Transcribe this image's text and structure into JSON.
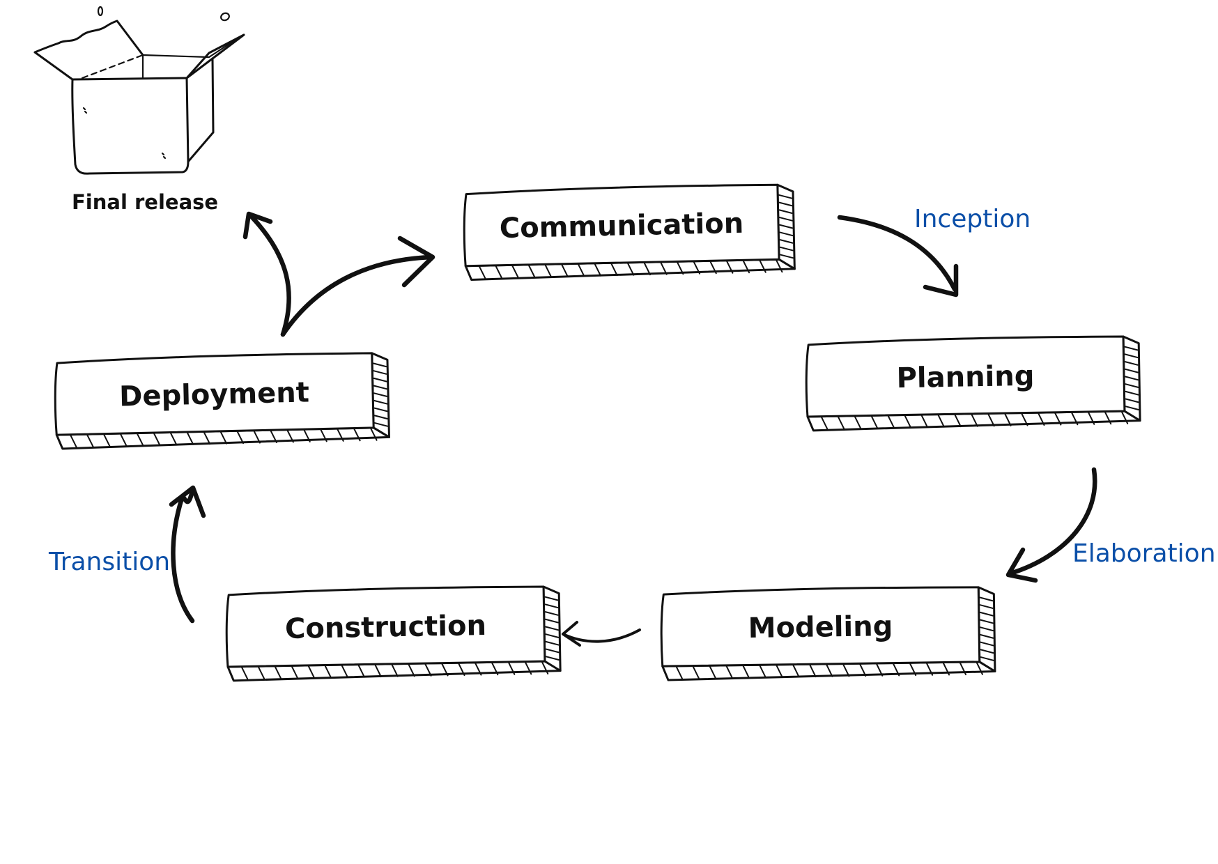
{
  "diagram": {
    "accent_color": "#0b4fa8",
    "ink_color": "#111111",
    "stages": [
      {
        "id": "communication",
        "label": "Communication"
      },
      {
        "id": "planning",
        "label": "Planning"
      },
      {
        "id": "modeling",
        "label": "Modeling"
      },
      {
        "id": "construction",
        "label": "Construction"
      },
      {
        "id": "deployment",
        "label": "Deployment"
      }
    ],
    "phases": [
      {
        "id": "inception",
        "label": "Inception"
      },
      {
        "id": "elaboration",
        "label": "Elaboration"
      },
      {
        "id": "transition",
        "label": "Transition"
      }
    ],
    "release": {
      "label": "Final release",
      "icon": "open-box-icon"
    },
    "flow": [
      {
        "from": "communication",
        "to": "planning"
      },
      {
        "from": "planning",
        "to": "modeling"
      },
      {
        "from": "modeling",
        "to": "construction"
      },
      {
        "from": "construction",
        "to": "deployment"
      },
      {
        "from": "deployment",
        "to": "communication"
      },
      {
        "from": "deployment",
        "to": "final-release"
      }
    ]
  }
}
